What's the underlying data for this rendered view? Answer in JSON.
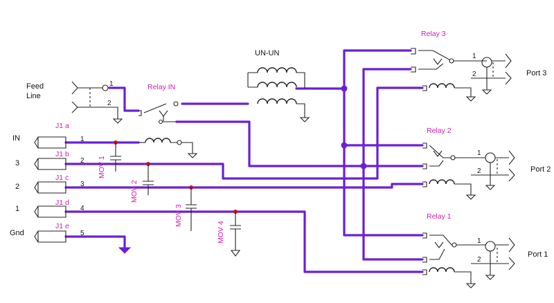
{
  "labels": {
    "feed_line_1": "Feed",
    "feed_line_2": "Line",
    "relay_in": "Relay IN",
    "unun": "UN-UN",
    "relay3": "Relay 3",
    "relay2": "Relay 2",
    "relay1": "Relay 1",
    "port3": "Port 3",
    "port2": "Port 2",
    "port1": "Port 1",
    "in": "IN",
    "row3": "3",
    "row2": "2",
    "row1": "1",
    "gnd": "Gnd",
    "j1a": "J1 a",
    "j1b": "J1 b",
    "j1c": "J1 c",
    "j1d": "J1 d",
    "j1e": "J1 e",
    "mov1": "MOV 1",
    "mov2": "MOV 2",
    "mov3": "MOV 3",
    "mov4": "MOV 4"
  },
  "pins": {
    "feed_1": "1",
    "feed_2": "2",
    "j1a_pin": "1",
    "j1b_pin": "2",
    "j1c_pin": "3",
    "j1d_pin": "4",
    "j1e_pin": "5",
    "p3_1": "1",
    "p3_2": "2",
    "p2_1": "1",
    "p2_2": "2",
    "p1_1": "1",
    "p1_2": "2"
  },
  "colors": {
    "wire": "#6a1fd8",
    "junction": "#c0102c",
    "label": "#d11bb5"
  }
}
